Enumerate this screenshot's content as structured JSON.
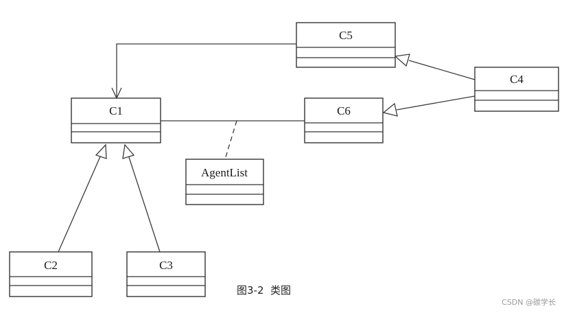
{
  "classes": {
    "c1": "C1",
    "c2": "C2",
    "c3": "C3",
    "c4": "C4",
    "c5": "C5",
    "c6": "C6",
    "agentlist": "AgentList"
  },
  "caption": "图3-2  类图",
  "watermark": "CSDN @碳学长"
}
